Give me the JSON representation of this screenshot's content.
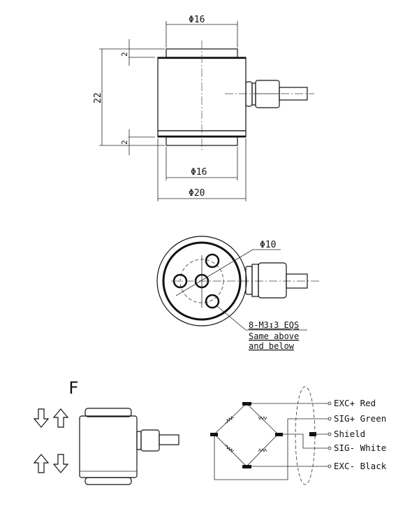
{
  "side_view": {
    "dim_top_diameter": "Φ16",
    "dim_bottom_diameter": "Φ16",
    "dim_body_diameter": "Φ20",
    "dim_height": "22",
    "dim_top_cap": "2",
    "dim_bottom_cap": "2"
  },
  "top_view": {
    "dim_bolt_circle": "Φ10",
    "note_line1": "8-M3↧3 EQS",
    "note_line2": "Same  above",
    "note_line3": "and below"
  },
  "force_label": "F",
  "wiring": {
    "labels": [
      "EXC+ Red",
      "SIG+ Green",
      "Shield",
      "SIG- White",
      "EXC- Black"
    ]
  }
}
